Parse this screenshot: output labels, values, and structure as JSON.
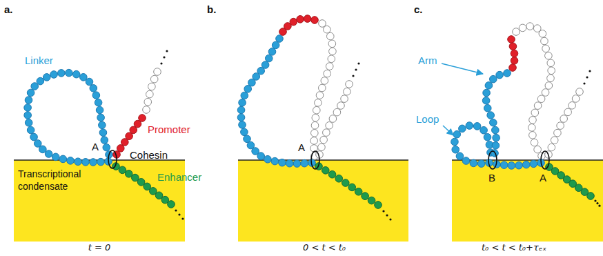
{
  "diagram": {
    "nodes": [
      {
        "text": [
          "Transcriptional condensate"
        ]
      }
    ],
    "labels": [
      "a.",
      "b.",
      "c.",
      "Linker",
      "A",
      "Promoter",
      "Cohesin",
      "Enhancer",
      "t = 0",
      "A",
      "0 < t < t₀",
      "Arm",
      "Loop",
      "B",
      "A",
      "t₀ < t < t₀+τₑₓ"
    ]
  }
}
